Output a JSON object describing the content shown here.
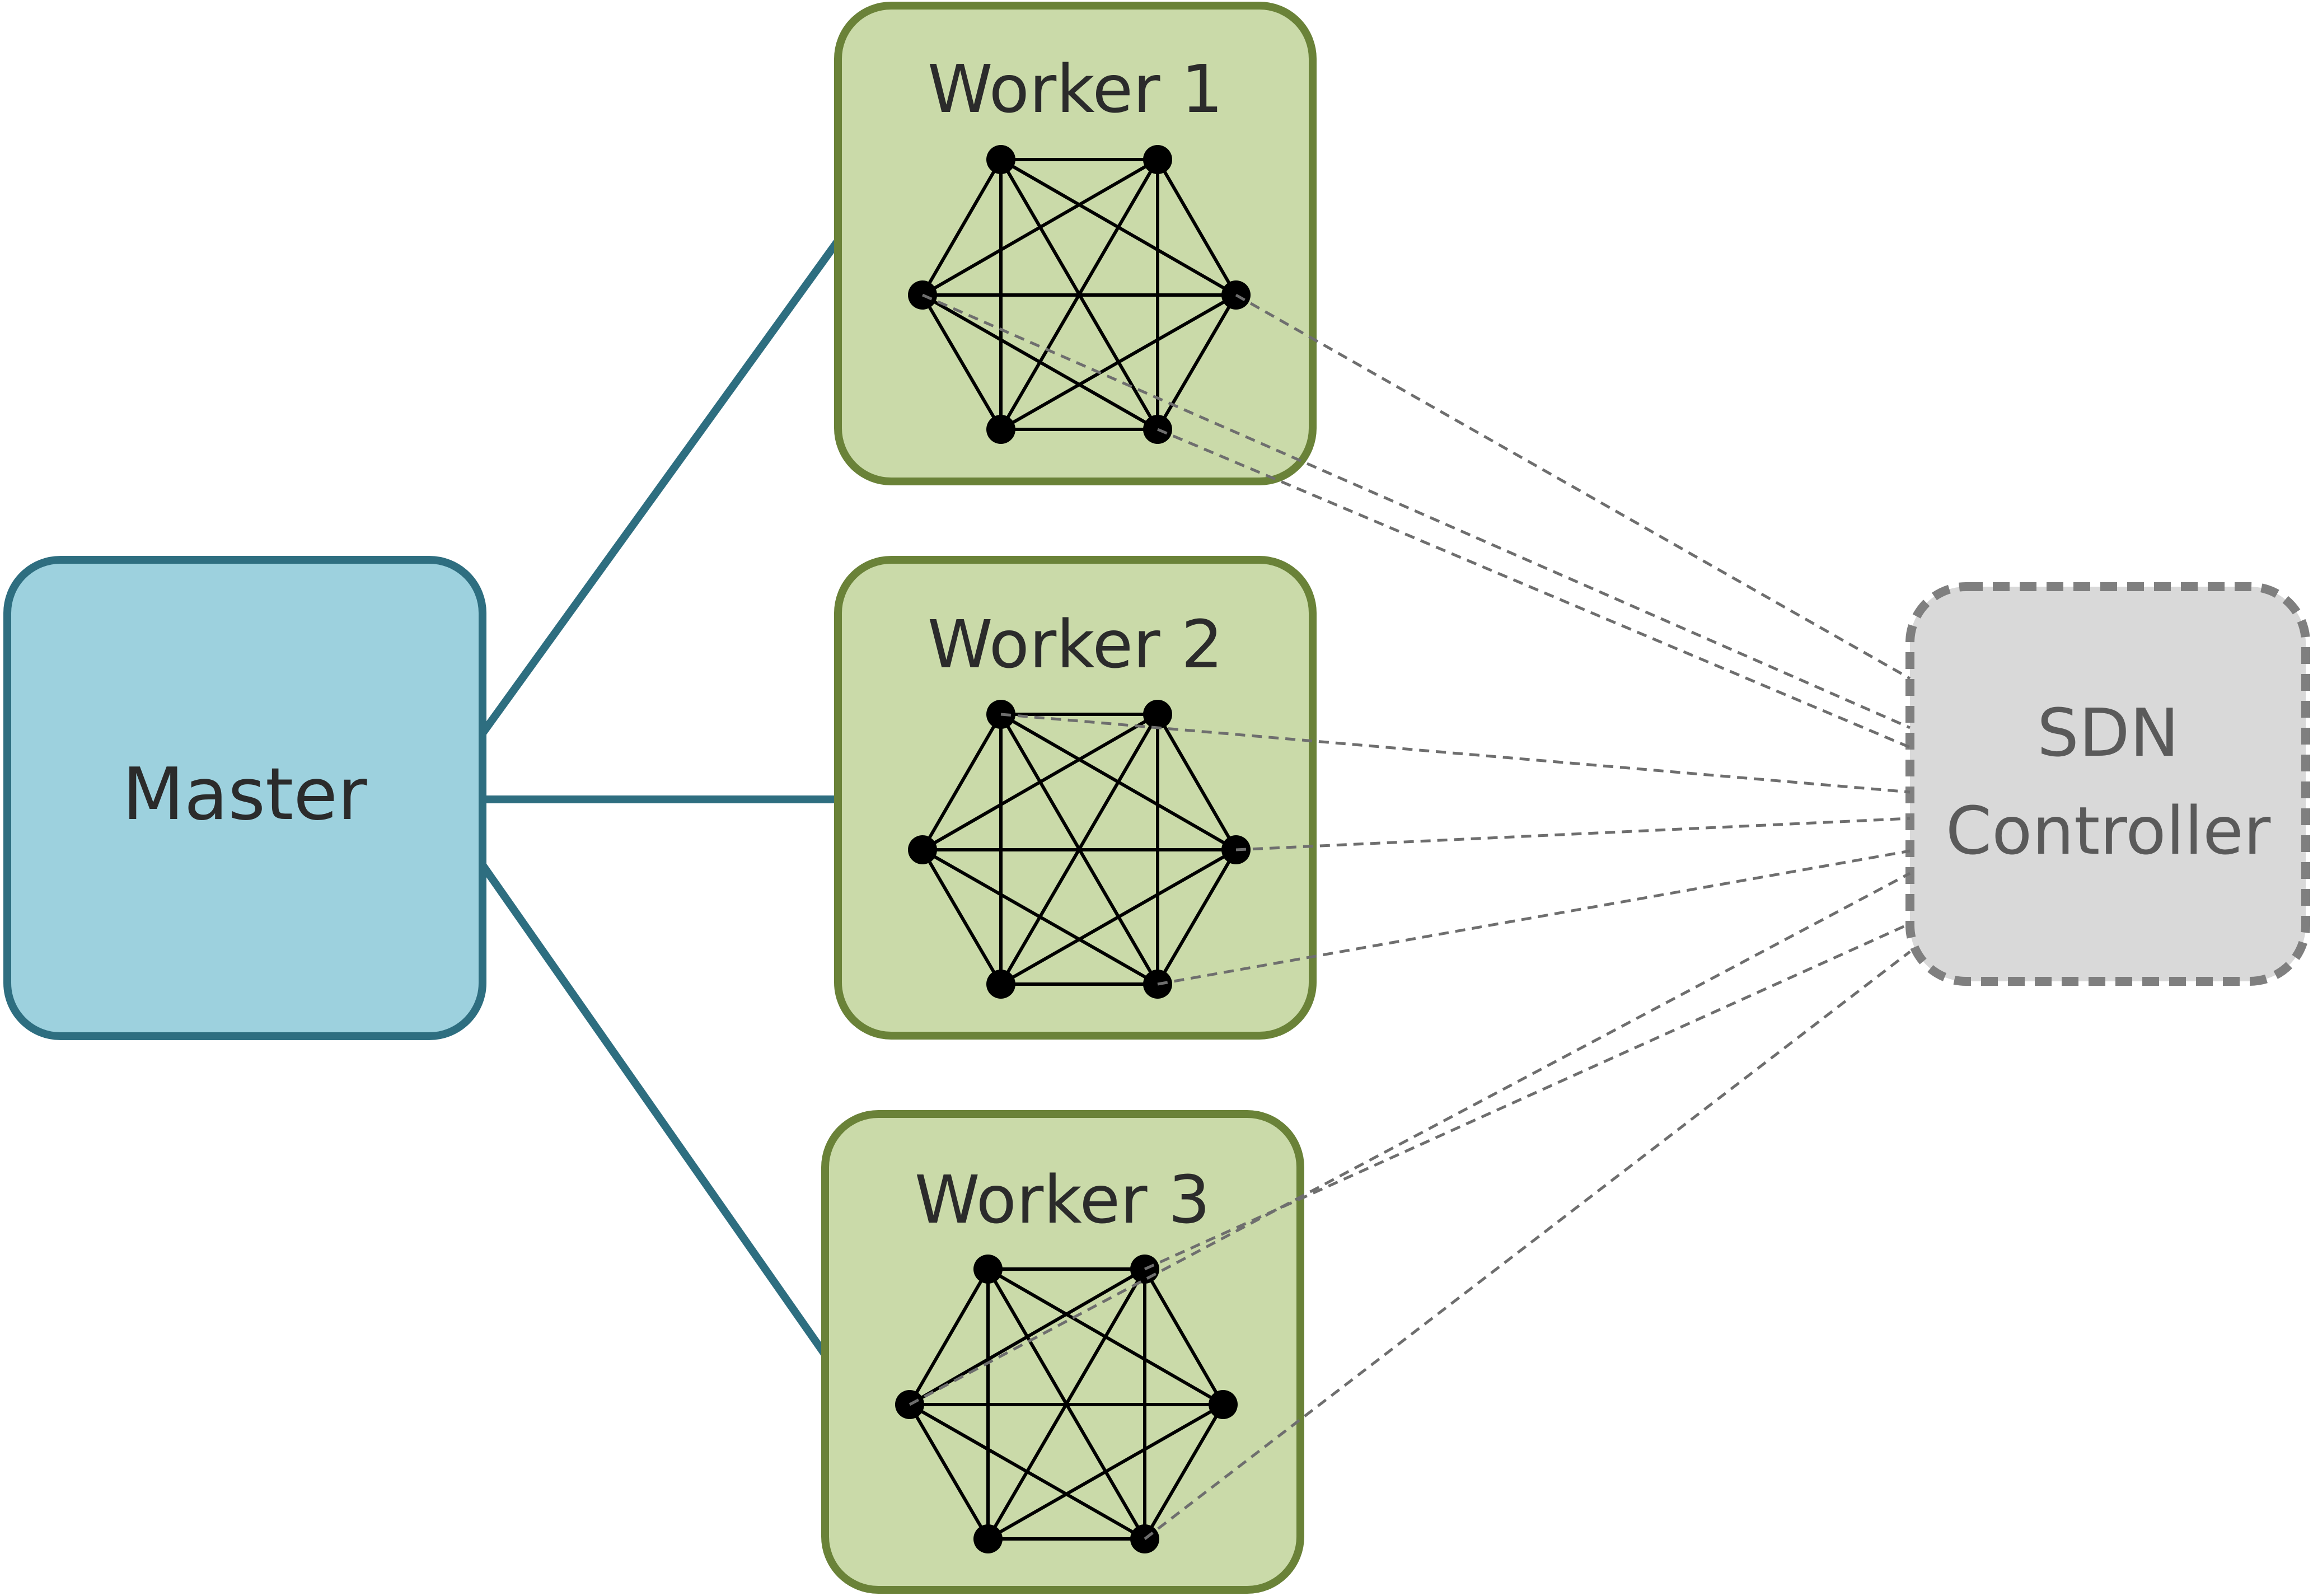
{
  "master": {
    "label": "Master",
    "fill": "#9dd1de",
    "stroke": "#2e6e80"
  },
  "workers": [
    {
      "id": "worker-1",
      "label": "Worker 1"
    },
    {
      "id": "worker-2",
      "label": "Worker 2"
    },
    {
      "id": "worker-3",
      "label": "Worker 3"
    }
  ],
  "worker_style": {
    "fill": "#cadaa9",
    "stroke": "#6a8238"
  },
  "sdn_controller": {
    "label_line1": "SDN",
    "label_line2": "Controller",
    "fill": "#d9d9d9",
    "stroke": "#7f7f7f",
    "border": "dashed"
  },
  "graph_per_worker": {
    "nodes_per_worker": 6,
    "topology": "complete graph",
    "node_color": "#000000",
    "edge_color": "#000000"
  },
  "connections": {
    "master_to_worker_color": "#2e6e80",
    "controller_link_color": "#6e6e6e",
    "controller_link_style": "dashed"
  }
}
